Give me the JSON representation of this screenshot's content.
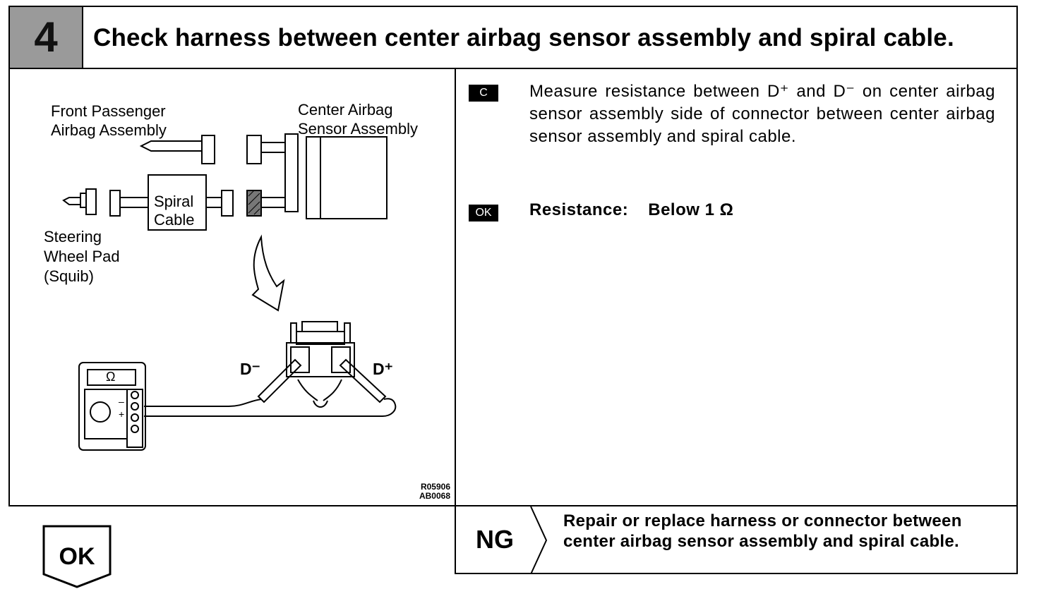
{
  "header": {
    "step_number": "4",
    "title": "Check harness between center airbag sensor assembly and spiral cable."
  },
  "diagram": {
    "labels": {
      "front_passenger_line1": "Front Passenger",
      "front_passenger_line2": "Airbag Assembly",
      "center_airbag_line1": "Center Airbag",
      "center_airbag_line2": "Sensor Assembly",
      "spiral_line1": "Spiral",
      "spiral_line2": "Cable",
      "steering_line1": "Steering",
      "steering_line2": "Wheel Pad",
      "steering_line3": "(Squib)",
      "d_minus": "D⁻",
      "d_plus": "D⁺",
      "ohm_symbol": "Ω",
      "meter_minus": "–",
      "meter_plus": "+"
    },
    "codes": [
      "R05906",
      "AB0068"
    ]
  },
  "instruction": {
    "tag_c": "C",
    "measure_text": "Measure resistance between D⁺ and D⁻ on center airbag sensor assembly side of connector between center airbag sensor assembly and spiral cable.",
    "tag_ok": "OK",
    "resistance_label": "Resistance:",
    "resistance_value": "Below 1 Ω"
  },
  "result": {
    "ok_label": "OK",
    "ng_label": "NG",
    "ng_text": "Repair or replace harness or connector between center airbag sensor assembly and spiral cable."
  }
}
